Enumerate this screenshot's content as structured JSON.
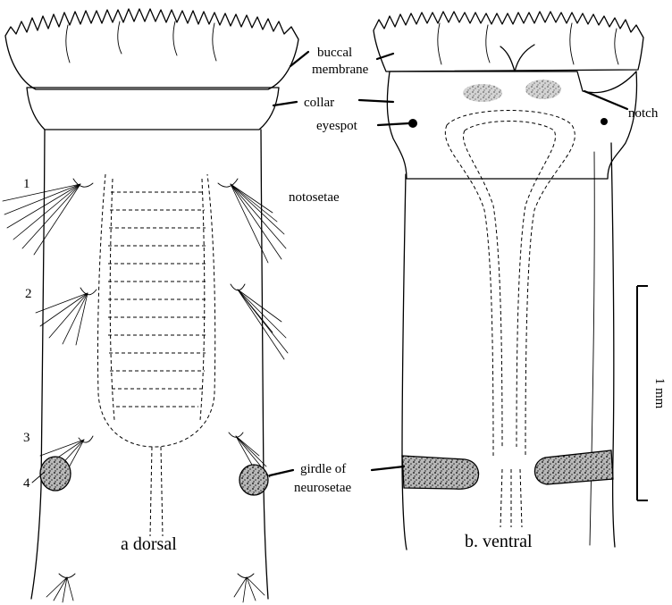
{
  "figure": {
    "panel_a": {
      "caption": "a dorsal",
      "segment_numbers": [
        "1",
        "2",
        "3",
        "4"
      ],
      "labels": {
        "buccal_membrane_line1": "buccal",
        "buccal_membrane_line2": "membrane",
        "collar": "collar",
        "notosetae": "notosetae",
        "girdle_line1": "girdle of",
        "girdle_line2": "neurosetae"
      }
    },
    "panel_b": {
      "caption": "b. ventral",
      "labels": {
        "eyespot": "eyespot",
        "notch": "notch"
      }
    },
    "scale_bar": {
      "label": "1 mm"
    }
  }
}
